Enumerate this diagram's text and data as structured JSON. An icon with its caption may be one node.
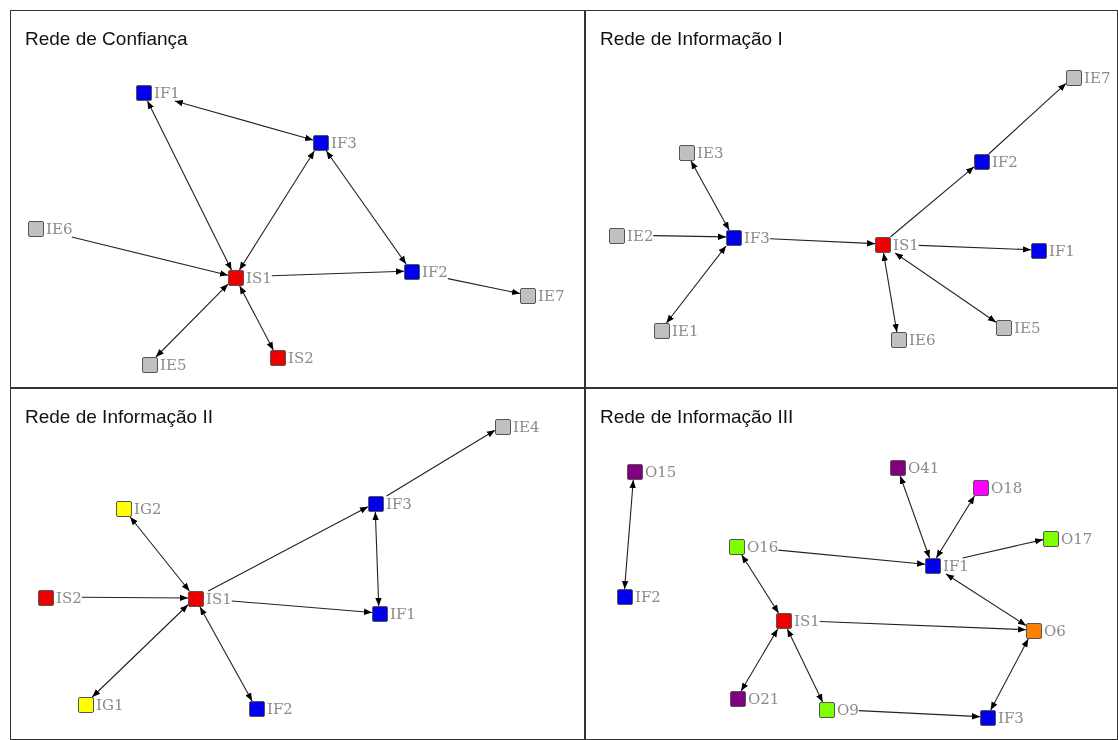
{
  "diagram": {
    "nodes": [
      {
        "text": [
          "Rede de Confiança"
        ]
      },
      {
        "text": [
          "IF1"
        ],
        "in": 0
      },
      {
        "text": [
          "IF3"
        ],
        "in": 0
      },
      {
        "text": [
          "IE6"
        ],
        "in": 0
      },
      {
        "text": [
          "IS1"
        ],
        "in": 0
      },
      {
        "text": [
          "IF2"
        ],
        "in": 0
      },
      {
        "text": [
          "IE7"
        ],
        "in": 0
      },
      {
        "text": [
          "IE5"
        ],
        "in": 0
      },
      {
        "text": [
          "IS2"
        ],
        "in": 0
      },
      {
        "text": [
          "Rede de Informação I"
        ]
      },
      {
        "text": [
          "IE7"
        ],
        "in": 9
      },
      {
        "text": [
          "IE3"
        ],
        "in": 9
      },
      {
        "text": [
          "IF2"
        ],
        "in": 9
      },
      {
        "text": [
          "IE2"
        ],
        "in": 9
      },
      {
        "text": [
          "IF3"
        ],
        "in": 9
      },
      {
        "text": [
          "IS1"
        ],
        "in": 9
      },
      {
        "text": [
          "IF1"
        ],
        "in": 9
      },
      {
        "text": [
          "IE1"
        ],
        "in": 9
      },
      {
        "text": [
          "IE5"
        ],
        "in": 9
      },
      {
        "text": [
          "IE6"
        ],
        "in": 9
      },
      {
        "text": [
          "Rede de Informação II"
        ]
      },
      {
        "text": [
          "IE4"
        ],
        "in": 20
      },
      {
        "text": [
          "IF3"
        ],
        "in": 20
      },
      {
        "text": [
          "IG2"
        ],
        "in": 20
      },
      {
        "text": [
          "IS2"
        ],
        "in": 20
      },
      {
        "text": [
          "IS1"
        ],
        "in": 20
      },
      {
        "text": [
          "IF1"
        ],
        "in": 20
      },
      {
        "text": [
          "IG1"
        ],
        "in": 20
      },
      {
        "text": [
          "IF2"
        ],
        "in": 20
      },
      {
        "text": [
          "Rede de Informação III"
        ]
      },
      {
        "text": [
          "O41"
        ],
        "in": 29
      },
      {
        "text": [
          "O15"
        ],
        "in": 29
      },
      {
        "text": [
          "O18"
        ],
        "in": 29
      },
      {
        "text": [
          "O17"
        ],
        "in": 29
      },
      {
        "text": [
          "O16"
        ],
        "in": 29
      },
      {
        "text": [
          "IF1"
        ],
        "in": 29
      },
      {
        "text": [
          "IF2"
        ],
        "in": 29
      },
      {
        "text": [
          "IS1"
        ],
        "in": 29
      },
      {
        "text": [
          "O6"
        ],
        "in": 29
      },
      {
        "text": [
          "O21"
        ],
        "in": 29
      },
      {
        "text": [
          "O9"
        ],
        "in": 29
      },
      {
        "text": [
          "IF3"
        ],
        "in": 29
      }
    ],
    "edges": [
      {
        "from": 1,
        "to": 2,
        "arrow": "both"
      },
      {
        "from": 1,
        "to": 4,
        "arrow": "both"
      },
      {
        "from": 2,
        "to": 4,
        "arrow": "both"
      },
      {
        "from": 2,
        "to": 5,
        "arrow": "both"
      },
      {
        "from": 3,
        "to": 4,
        "arrow": "to"
      },
      {
        "from": 4,
        "to": 5,
        "arrow": "to"
      },
      {
        "from": 5,
        "to": 6,
        "arrow": "to"
      },
      {
        "from": 7,
        "to": 4,
        "arrow": "both"
      },
      {
        "from": 4,
        "to": 8,
        "arrow": "both"
      },
      {
        "from": 12,
        "to": 10,
        "arrow": "to"
      },
      {
        "from": 11,
        "to": 14,
        "arrow": "both"
      },
      {
        "from": 13,
        "to": 14,
        "arrow": "to"
      },
      {
        "from": 17,
        "to": 14,
        "arrow": "both"
      },
      {
        "from": 14,
        "to": 15,
        "arrow": "to"
      },
      {
        "from": 15,
        "to": 12,
        "arrow": "to"
      },
      {
        "from": 15,
        "to": 16,
        "arrow": "to"
      },
      {
        "from": 15,
        "to": 19,
        "arrow": "both"
      },
      {
        "from": 15,
        "to": 18,
        "arrow": "both"
      },
      {
        "from": 22,
        "to": 21,
        "arrow": "to"
      },
      {
        "from": 23,
        "to": 25,
        "arrow": "both"
      },
      {
        "from": 24,
        "to": 25,
        "arrow": "to"
      },
      {
        "from": 25,
        "to": 22,
        "arrow": "to"
      },
      {
        "from": 22,
        "to": 26,
        "arrow": "both"
      },
      {
        "from": 25,
        "to": 26,
        "arrow": "to"
      },
      {
        "from": 27,
        "to": 25,
        "arrow": "both"
      },
      {
        "from": 25,
        "to": 28,
        "arrow": "both"
      },
      {
        "from": 31,
        "to": 36,
        "arrow": "both"
      },
      {
        "from": 30,
        "to": 35,
        "arrow": "both"
      },
      {
        "from": 32,
        "to": 35,
        "arrow": "both"
      },
      {
        "from": 34,
        "to": 35,
        "arrow": "to"
      },
      {
        "from": 35,
        "to": 33,
        "arrow": "to"
      },
      {
        "from": 34,
        "to": 37,
        "arrow": "both"
      },
      {
        "from": 35,
        "to": 38,
        "arrow": "both"
      },
      {
        "from": 37,
        "to": 38,
        "arrow": "to"
      },
      {
        "from": 37,
        "to": 39,
        "arrow": "both"
      },
      {
        "from": 37,
        "to": 40,
        "arrow": "both"
      },
      {
        "from": 40,
        "to": 41,
        "arrow": "to"
      },
      {
        "from": 41,
        "to": 38,
        "arrow": "both"
      }
    ]
  }
}
